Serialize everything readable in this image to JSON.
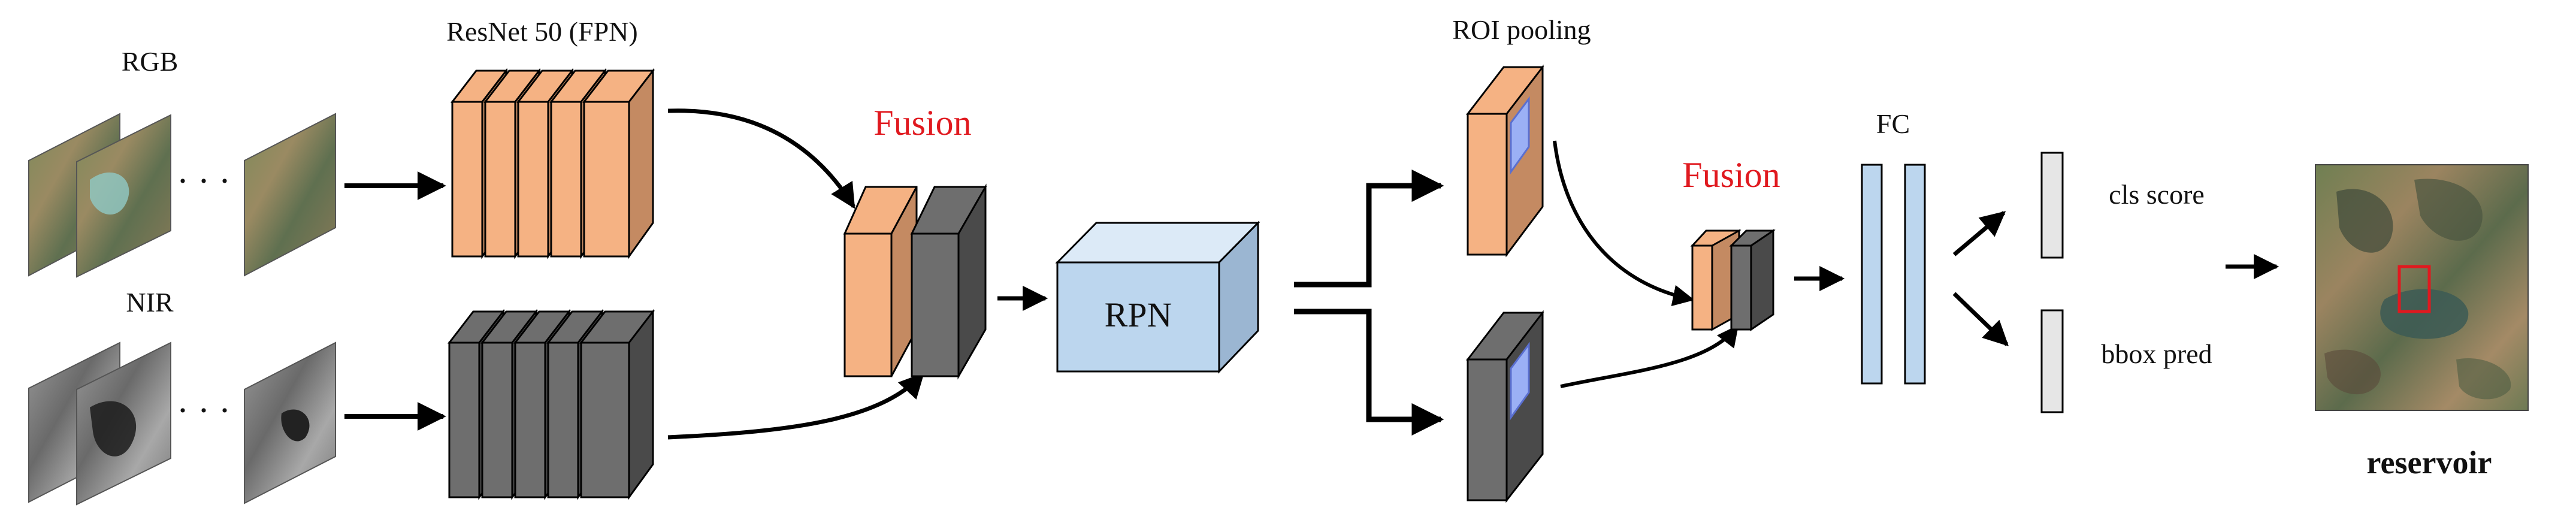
{
  "labels": {
    "rgb": "RGB",
    "nir": "NIR",
    "ellipsis": "· · ·",
    "backbone": "ResNet 50 (FPN)",
    "fusion_1": "Fusion",
    "rpn": "RPN",
    "roi_pooling": "ROI pooling",
    "fusion_2": "Fusion",
    "fc": "FC",
    "cls_score": "cls score",
    "bbox_pred": "bbox pred",
    "result": "reservoir"
  },
  "colors": {
    "rgb_feature": "#f5b283",
    "rgb_feature_side": "#c48a62",
    "nir_feature": "#6e6e6e",
    "nir_feature_side": "#4a4a4a",
    "rpn_fill": "#bcd6ee",
    "fc_fill": "#bcd6ee",
    "output_fill": "#e6e6e6",
    "roi_window": "#9bb0f5",
    "fusion_text": "#e0191f",
    "arrow": "#000000",
    "detection_box": "#e0191f"
  }
}
